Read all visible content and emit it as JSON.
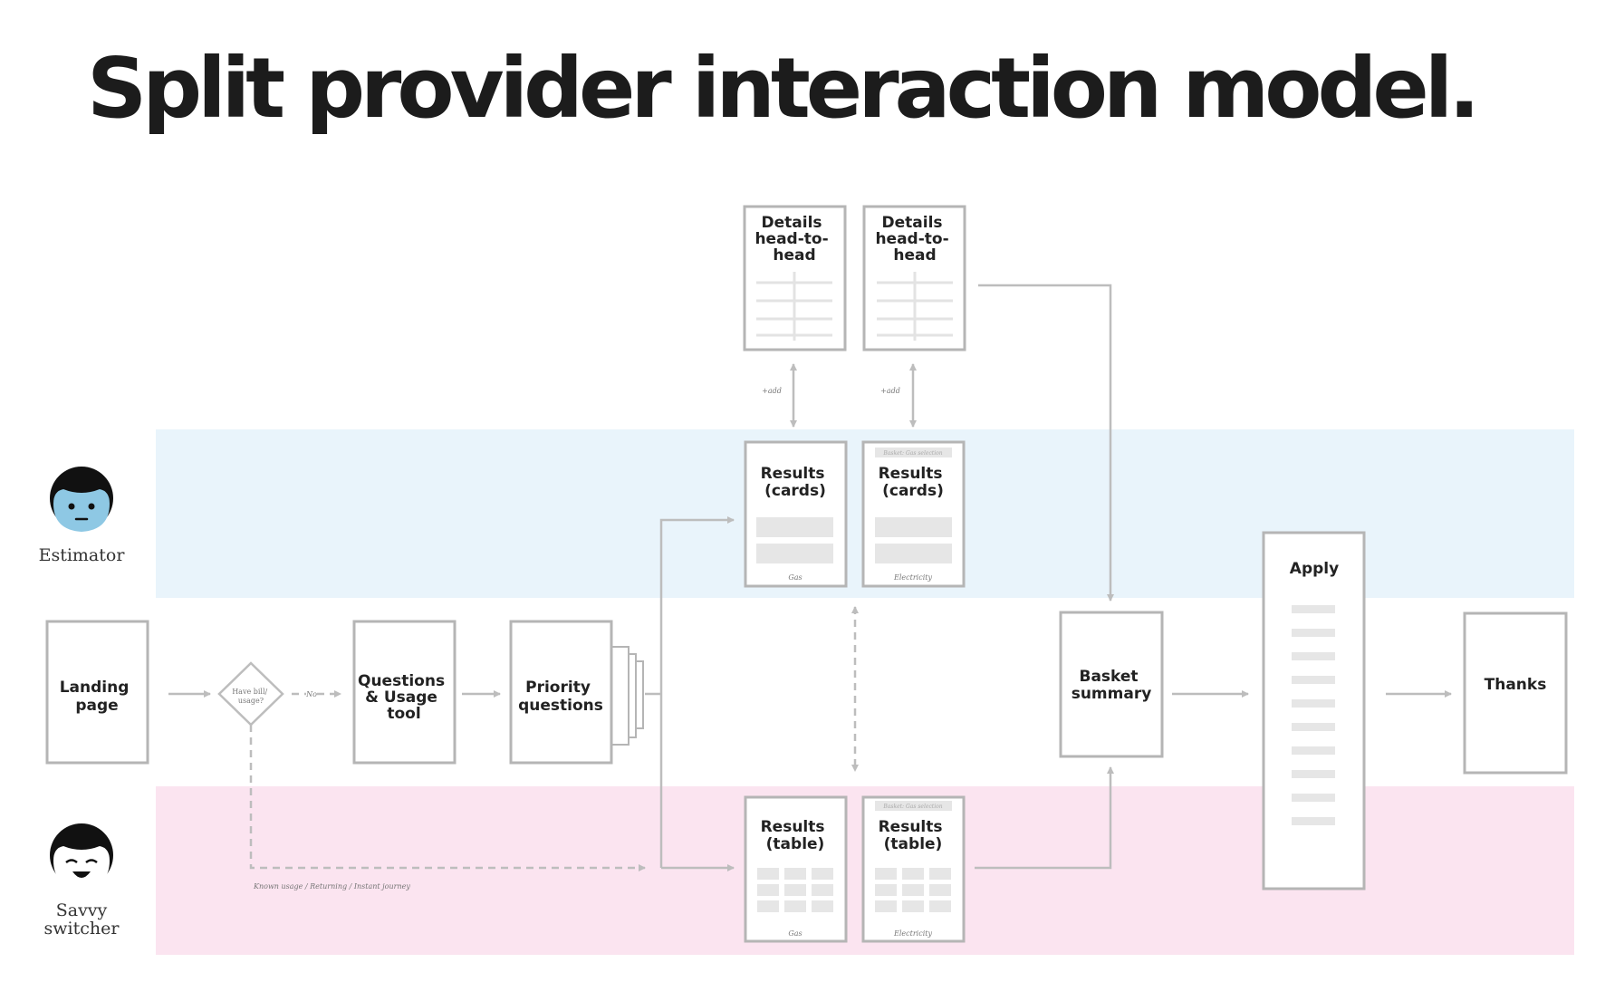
{
  "title": "Split provider interaction model.",
  "personas": {
    "estimator": {
      "label": "Estimator",
      "color": "#8ec8e4",
      "icon": "estimator-face-icon"
    },
    "savvy": {
      "label_line1": "Savvy",
      "label_line2": "switcher",
      "icon": "savvy-switcher-face-icon"
    }
  },
  "lanes": {
    "estimator_color": "#e9f4fb",
    "savvy_color": "#fbe4f0"
  },
  "nodes": {
    "landing": [
      "Landing",
      "page"
    ],
    "decision": [
      "Have bill/",
      "usage?"
    ],
    "no_label": "No",
    "questions": [
      "Questions",
      "& Usage",
      "tool"
    ],
    "priority": [
      "Priority",
      "questions"
    ],
    "details_gas": [
      "Details",
      "head-to-",
      "head"
    ],
    "details_elec": [
      "Details",
      "head-to-",
      "head"
    ],
    "add_gas": "+add",
    "add_elec": "+add",
    "results_cards_gas": [
      "Results",
      "(cards)"
    ],
    "results_cards_elec": [
      "Results",
      "(cards)"
    ],
    "results_cards_gas_sub": "Gas",
    "results_cards_elec_sub": "Electricity",
    "results_cards_elec_banner": "Basket: Gas selection",
    "results_table_gas": [
      "Results",
      "(table)"
    ],
    "results_table_elec": [
      "Results",
      "(table)"
    ],
    "results_table_gas_sub": "Gas",
    "results_table_elec_sub": "Electricity",
    "results_table_elec_banner": "Basket: Gas selection",
    "basket": [
      "Basket",
      "summary"
    ],
    "apply": "Apply",
    "thanks": "Thanks",
    "skip_label": "Known usage / Returning / Instant journey"
  },
  "colors": {
    "box_border": "#b5b5b5",
    "connector": "#bdbdbd",
    "placeholder": "#e6e6e6"
  }
}
